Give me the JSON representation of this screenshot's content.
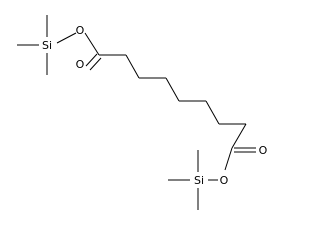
{
  "molecule": {
    "structure_type": "skeletal-formula",
    "bond_color": "#000000",
    "background_color": "#ffffff",
    "atoms": {
      "si_top": "Si",
      "o_ester_top": "O",
      "o_carbonyl_top": "O",
      "o_carbonyl_bottom": "O",
      "o_ester_bottom": "O",
      "si_bottom": "Si"
    }
  }
}
